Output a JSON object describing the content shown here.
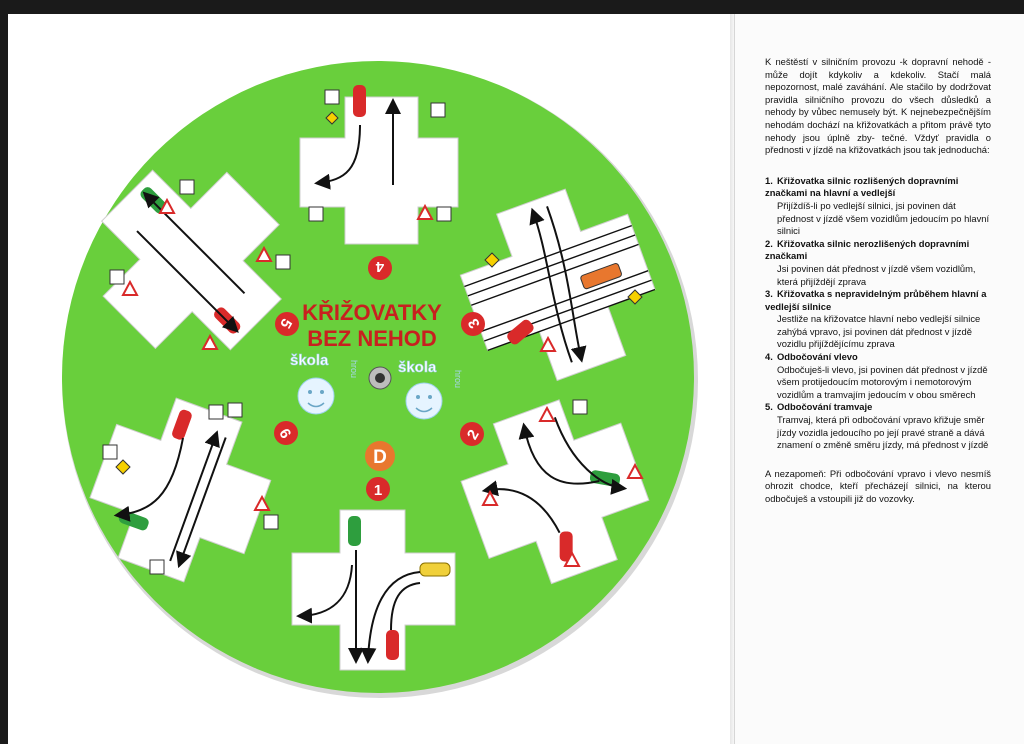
{
  "disc": {
    "title_line1": "KŘIŽOVATKY",
    "title_line2": "BEZ NEHOD",
    "center_letter": "D",
    "logo_left": "škola",
    "logo_right": "škola",
    "logo_vertical": "hrou",
    "numbers": [
      "1",
      "2",
      "3",
      "4",
      "5",
      "6"
    ],
    "colors": {
      "green": "#69cf3c",
      "red": "#d92a2a",
      "orange": "#e8772e",
      "title": "#c8201f"
    }
  },
  "text": {
    "intro": "K neštěstí v silničním provozu -k dopravní nehodě -může dojít kdykoliv a kdekoliv. Stačí malá nepozornost, malé zaváhání. Ale stačilo by dodržovat pravidla silničního provozu do všech důsledků a nehody by vůbec nemusely být. K nejnebezpečnějším nehodám dochází na křižovatkách a přitom právě tyto nehody jsou úplně zby- tečné. Vždyť pravidla o přednosti v jízdě na křižovatkách jsou tak jednoduchá:",
    "rules": [
      {
        "num": "1.",
        "title": "Křižovatka silnic rozlišených dopravními značkami na hlavní a vedlejší",
        "body": "Přijíždíš-li po vedlejší silnici, jsi povinen dát přednost v jízdě všem vozidlům jedoucím po hlavní silnici"
      },
      {
        "num": "2.",
        "title": "Křižovatka silnic nerozlišených dopravními značkami",
        "body": "Jsi povinen dát přednost v jízdě všem vozidlům, která přijíždějí zprava"
      },
      {
        "num": "3.",
        "title": "Křižovatka s nepravidelným průběhem hlavní a vedlejší silnice",
        "body": "Jestliže na křižovatce hlavní nebo vedlejší silnice zahýbá vpravo, jsi povinen dát přednost v jízdě vozidlu přijíždějícímu zprava"
      },
      {
        "num": "4.",
        "title": "Odbočování vlevo",
        "body": "Odbočuješ-li vlevo, jsi povinen dát přednost v jízdě všem protijedoucím motorovým i nemotorovým vozidlům a tramvajím jedoucím v obou směrech"
      },
      {
        "num": "5.",
        "title": "Odbočování tramvaje",
        "body": "Tramvaj, která při odbočování vpravo křižuje směr jízdy vozidla jedoucího po její pravé straně a dává znamení o změně směru jízdy, má přednost v jízdě"
      }
    ],
    "closing": "A nezapomeň: Při odbočování vpravo i vlevo nesmíš ohrozit chodce, kteří přecházejí silnici, na kterou odbočuješ a vstoupili již do vozovky."
  }
}
